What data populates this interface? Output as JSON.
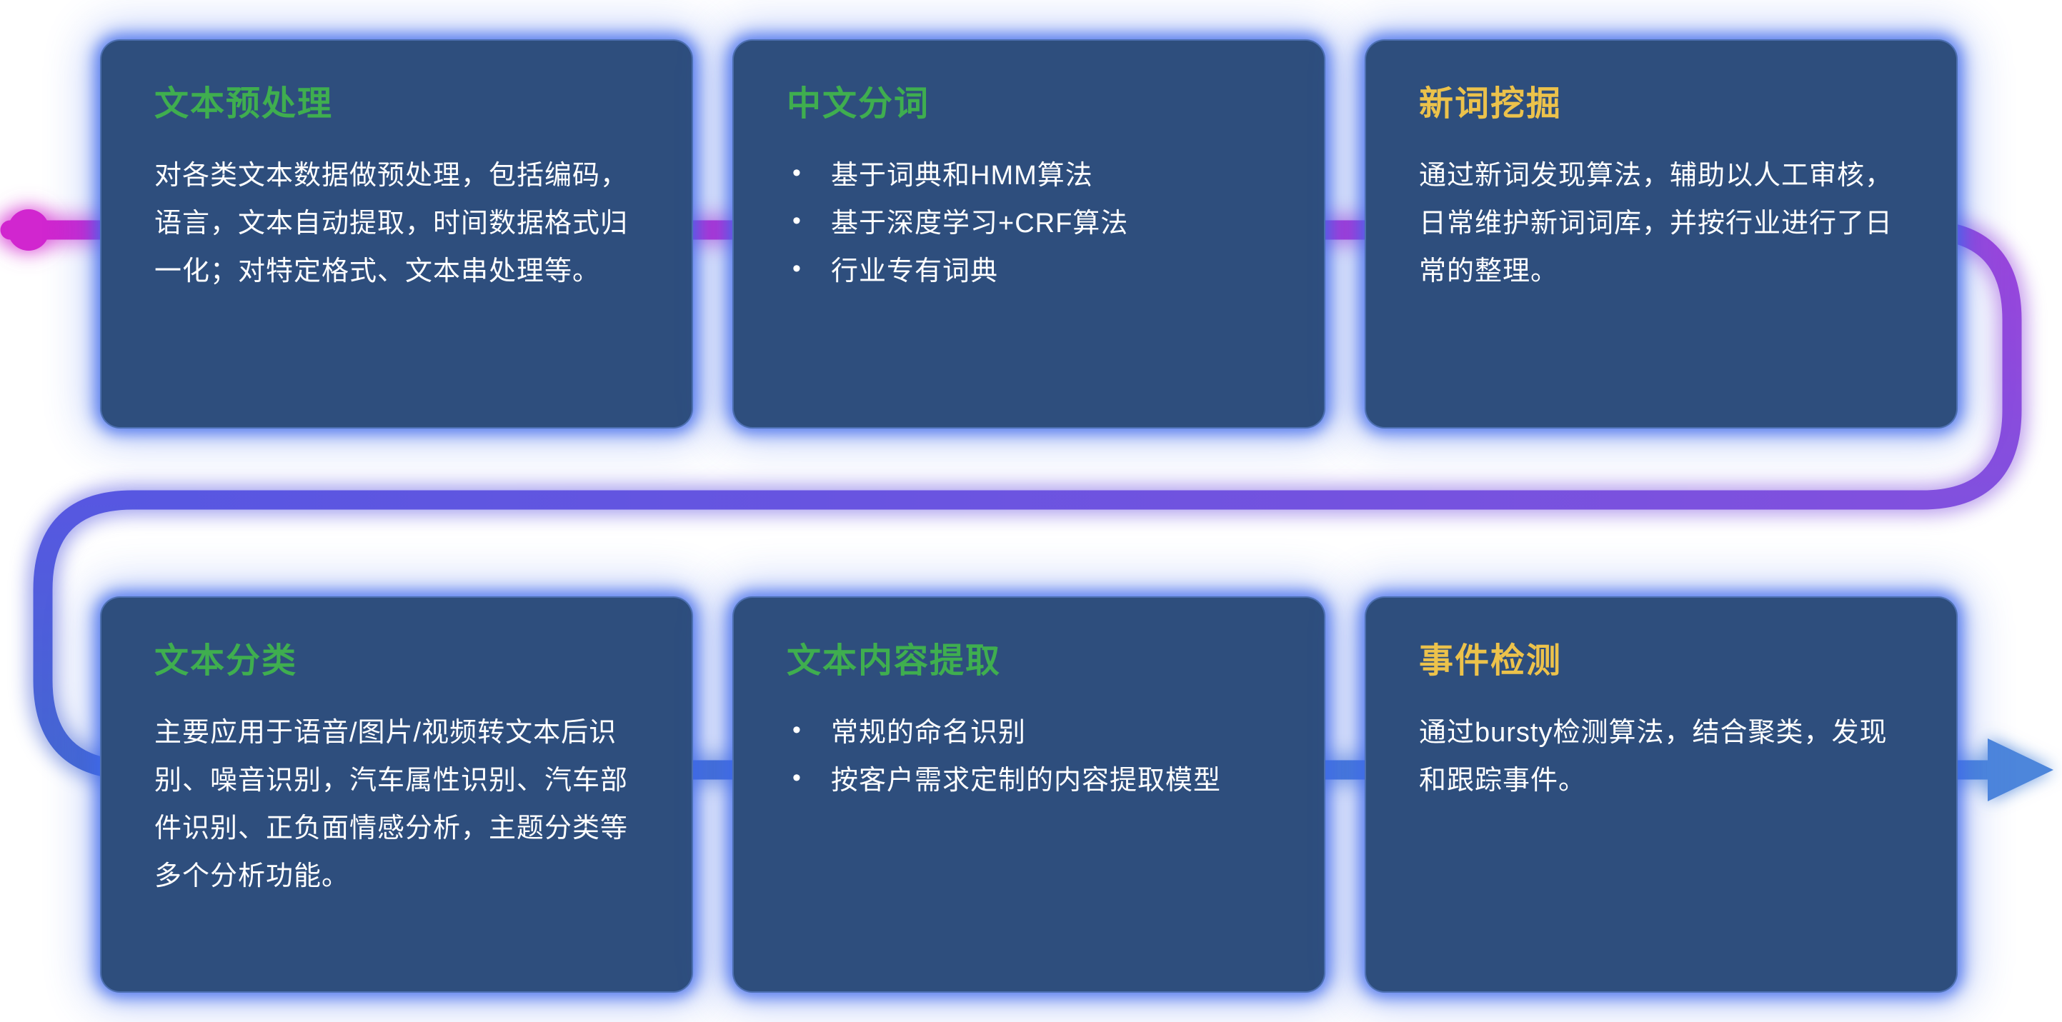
{
  "colors": {
    "background": "#ffffff",
    "card_background": "#2e4e7d",
    "card_glow": "#3e69eb",
    "body_text": "#ffffff",
    "title_green": "#3fae4f",
    "title_yellow": "#ecc24b"
  },
  "flow": {
    "start_dot_color": "#d126cf",
    "segment_colors": [
      "#d126cf",
      "#9b45db",
      "#8150de",
      "#5757e1",
      "#4467d2",
      "#4d86db"
    ],
    "arrow_color": "#4d86db",
    "direction": "left-to-right, snake down, left-to-right"
  },
  "cards": [
    {
      "id": "text-preprocessing",
      "title": "文本预处理",
      "title_color": "#3fae4f",
      "body": "对各类文本数据做预处理，包括编码，语言，文本自动提取，时间数据格式归一化；对特定格式、文本串处理等。",
      "bullets": []
    },
    {
      "id": "chinese-word-segmentation",
      "title": "中文分词",
      "title_color": "#3fae4f",
      "body": "",
      "bullets": [
        "基于词典和HMM算法",
        "基于深度学习+CRF算法",
        "行业专有词典"
      ]
    },
    {
      "id": "new-word-mining",
      "title": "新词挖掘",
      "title_color": "#ecc24b",
      "body": "通过新词发现算法，辅助以人工审核，日常维护新词词库，并按行业进行了日常的整理。",
      "bullets": []
    },
    {
      "id": "text-classification",
      "title": "文本分类",
      "title_color": "#3fae4f",
      "body": "主要应用于语音/图片/视频转文本后识别、噪音识别，汽车属性识别、汽车部件识别、正负面情感分析，主题分类等多个分析功能。",
      "bullets": []
    },
    {
      "id": "text-content-extraction",
      "title": "文本内容提取",
      "title_color": "#3fae4f",
      "body": "",
      "bullets": [
        "常规的命名识别",
        "按客户需求定制的内容提取模型"
      ]
    },
    {
      "id": "event-detection",
      "title": "事件检测",
      "title_color": "#ecc24b",
      "body": "通过bursty检测算法，结合聚类，发现和跟踪事件。",
      "bullets": []
    }
  ]
}
